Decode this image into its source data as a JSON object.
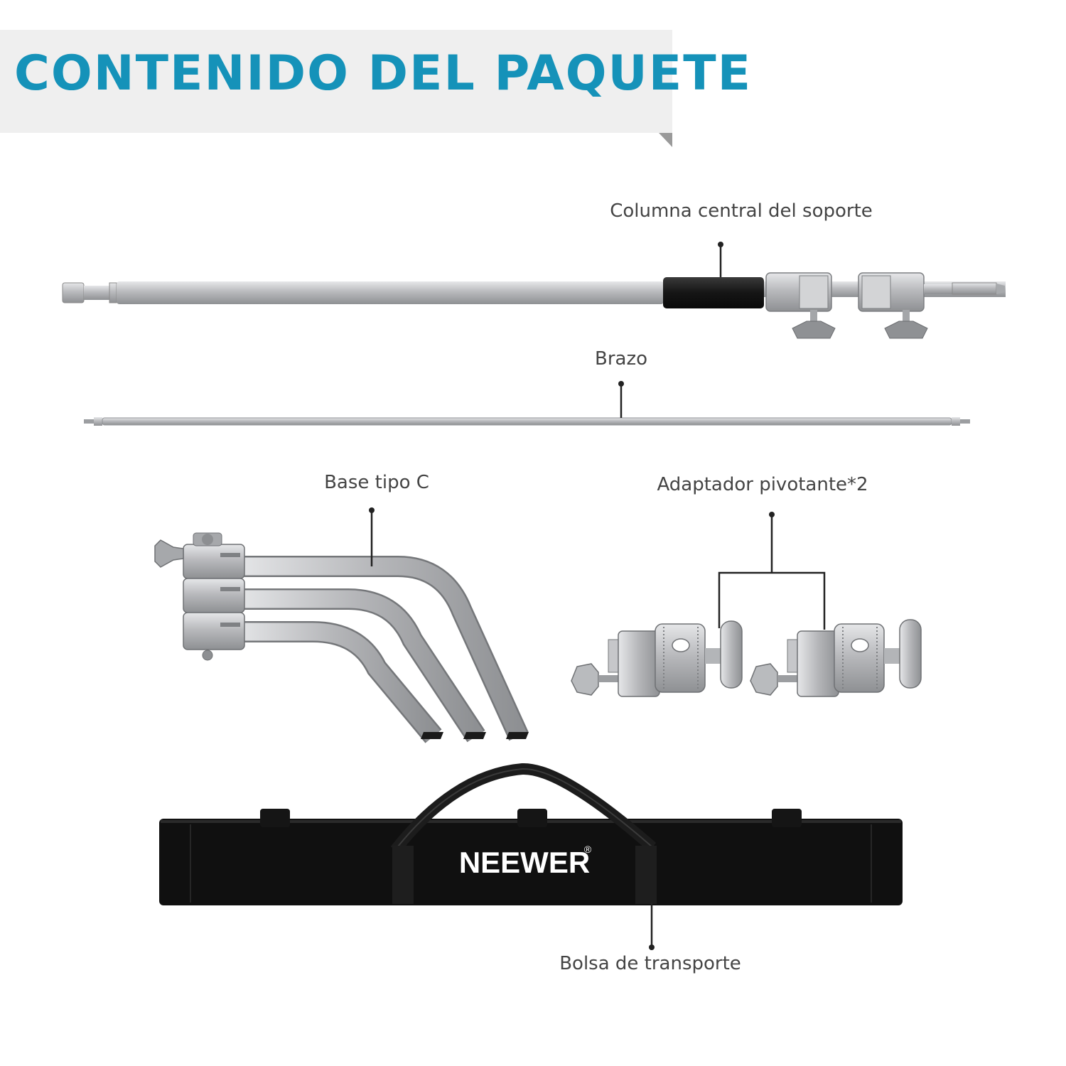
{
  "header": {
    "title": "CONTENIDO DEL PAQUETE"
  },
  "items": {
    "center_column": "Columna central del soporte",
    "arm": "Brazo",
    "c_base": "Base tipo C",
    "swivel_adapter": "Adaptador pivotante*2",
    "carry_bag": "Bolsa de transporte"
  },
  "bag": {
    "brand": "NEEWER",
    "registered_mark": "®"
  },
  "colors": {
    "title": "#1592b9",
    "label_text": "#444444",
    "banner_bg": "#efefef",
    "metal": "#c4c5c7",
    "bag_black": "#101010"
  }
}
